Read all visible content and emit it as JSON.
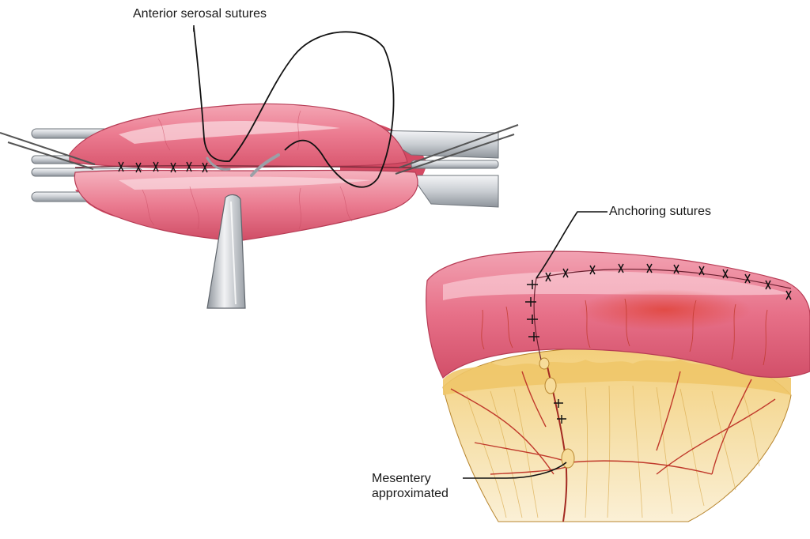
{
  "labels": {
    "anterior_serosal_sutures": "Anterior serosal sutures",
    "anchoring_sutures": "Anchoring sutures",
    "mesentery_line1": "Mesentery",
    "mesentery_line2": "approximated"
  },
  "colors": {
    "bowel_pink": "#e8697e",
    "bowel_highlight": "#f7c2cc",
    "bowel_shadow": "#c9445c",
    "mesentery_fat": "#f2d48c",
    "vessel_red": "#c0392b",
    "instrument_gray": "#c9cdd2",
    "suture_black": "#111111"
  }
}
